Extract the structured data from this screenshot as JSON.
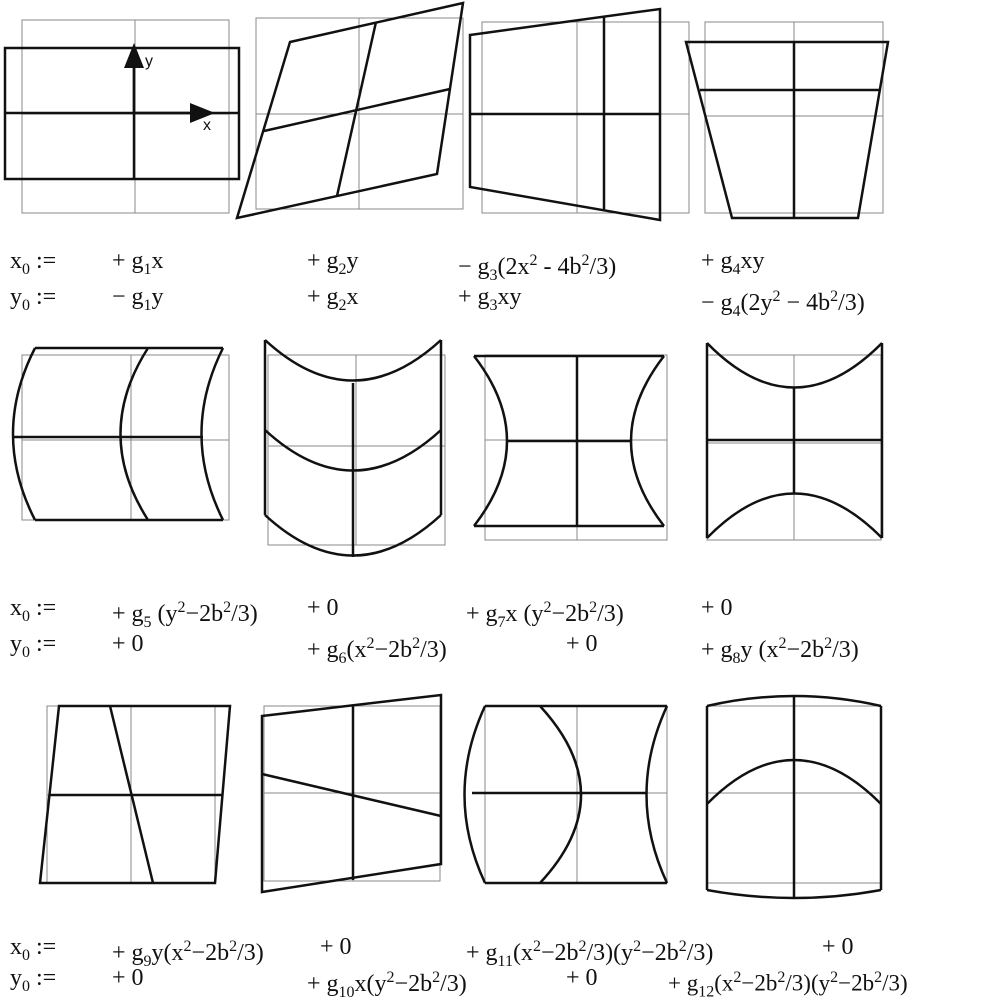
{
  "axis_labels": {
    "x": "x",
    "y": "y"
  },
  "row1": {
    "x_lhs": "x",
    "x_lhs_sub": "0",
    "x_assign": ":=",
    "y_lhs": "y",
    "y_lhs_sub": "0",
    "y_assign": ":=",
    "x_terms": [
      {
        "a": "+ g",
        "s": "1",
        "b": "x"
      },
      {
        "a": "+ g",
        "s": "2",
        "b": "y"
      },
      {
        "a": "− g",
        "s": "3",
        "b": "(2x",
        "e1": "2",
        "c": " - 4b",
        "e2": "2",
        "d": "/3)"
      },
      {
        "a": "+ g",
        "s": "4",
        "b": "xy"
      }
    ],
    "y_terms": [
      {
        "a": "− g",
        "s": "1",
        "b": "y"
      },
      {
        "a": "+ g",
        "s": "2",
        "b": "x"
      },
      {
        "a": "+ g",
        "s": "3",
        "b": "xy"
      },
      {
        "a": "− g",
        "s": "4",
        "b": "(2y",
        "e1": "2",
        "c": " − 4b",
        "e2": "2",
        "d": "/3)"
      }
    ]
  },
  "row2": {
    "x_lhs": "x",
    "x_lhs_sub": "0",
    "x_assign": ":=",
    "y_lhs": "y",
    "y_lhs_sub": "0",
    "y_assign": ":=",
    "x_terms": [
      {
        "a": "+ g",
        "s": "5",
        "b": " (y",
        "e1": "2",
        "c": "−2b",
        "e2": "2",
        "d": "/3)"
      },
      {
        "a": "+ 0"
      },
      {
        "a": "+ g",
        "s": "7",
        "b": "x (y",
        "e1": "2",
        "c": "−2b",
        "e2": "2",
        "d": "/3)"
      },
      {
        "a": "+ 0"
      }
    ],
    "y_terms": [
      {
        "a": "+ 0"
      },
      {
        "a": "+ g",
        "s": "6",
        "b": "(x",
        "e1": "2",
        "c": "−2b",
        "e2": "2",
        "d": "/3)"
      },
      {
        "a": "+ 0"
      },
      {
        "a": "+ g",
        "s": "8",
        "b": "y (x",
        "e1": "2",
        "c": "−2b",
        "e2": "2",
        "d": "/3)"
      }
    ]
  },
  "row3": {
    "x_lhs": "x",
    "x_lhs_sub": "0",
    "x_assign": ":=",
    "y_lhs": "y",
    "y_lhs_sub": "0",
    "y_assign": ":=",
    "x_terms": [
      {
        "a": "+ g",
        "s": "9",
        "b": "y(x",
        "e1": "2",
        "c": "−2b",
        "e2": "2",
        "d": "/3)"
      },
      {
        "a": "+ 0"
      },
      {
        "a": "+ g",
        "s": "11",
        "b": "(x",
        "e1": "2",
        "c": "−2b",
        "e2": "2",
        "d": "/3)(y",
        "e3": "2",
        "f": "−2b",
        "e4": "2",
        "g": "/3)"
      },
      {
        "a": "+ 0"
      }
    ],
    "y_terms": [
      {
        "a": "+ 0"
      },
      {
        "a": "+ g",
        "s": "10",
        "b": "x(y",
        "e1": "2",
        "c": "−2b",
        "e2": "2",
        "d": "/3)"
      },
      {
        "a": "+ 0"
      },
      {
        "a": "+ g",
        "s": "12",
        "b": "(x",
        "e1": "2",
        "c": "−2b",
        "e2": "2",
        "d": "/3)(y",
        "e3": "2",
        "f": "−2b",
        "e4": "2",
        "g": "/3)"
      }
    ]
  },
  "colors": {
    "ink": "#111111",
    "reference_grid": "#8a8a8a"
  }
}
